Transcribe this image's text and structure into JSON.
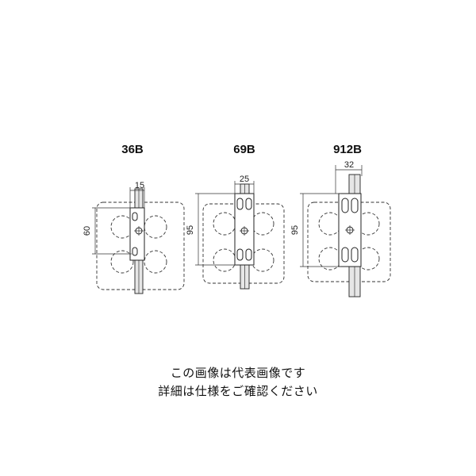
{
  "diagrams": [
    {
      "model": "36B",
      "width_dim": "15",
      "height_dim": "60"
    },
    {
      "model": "69B",
      "width_dim": "25",
      "height_dim": "95"
    },
    {
      "model": "912B",
      "width_dim": "32",
      "height_dim": "95"
    }
  ],
  "notes": {
    "line1": "この画像は代表画像です",
    "line2": "詳細は仕様をご確認ください"
  }
}
